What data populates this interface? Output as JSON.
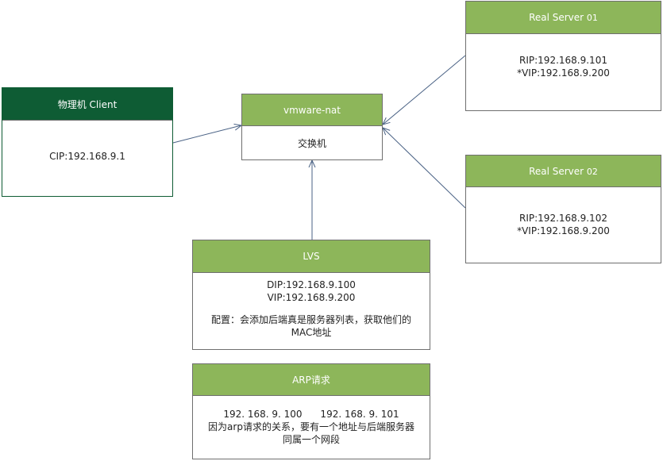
{
  "client": {
    "title": "物理机  Client",
    "lines": [
      "CIP:192.168.9.1"
    ]
  },
  "switch": {
    "title": "vmware-nat",
    "body": "交换机"
  },
  "rs1": {
    "title_main": "Real  Server ",
    "title_num": "01",
    "lines": [
      "RIP:192.168.9.101",
      "*VIP:192.168.9.200"
    ]
  },
  "rs2": {
    "title_main": "Real  Server ",
    "title_num": "02",
    "lines": [
      "RIP:192.168.9.102",
      "*VIP:192.168.9.200"
    ]
  },
  "lvs": {
    "title": "LVS",
    "lines": [
      "DIP:192.168.9.100",
      "VIP:192.168.9.200"
    ],
    "note1": "配置：会添加后端真是服务器列表，获取他们的",
    "note2": "MAC地址"
  },
  "arp": {
    "title": "ARP请求",
    "ips": "192. 168. 9. 100      192. 168. 9. 101",
    "line2": "因为arp请求的关系，要有一个地址与后端服务器",
    "line3": "同属一个网段"
  },
  "colors": {
    "header_green": "#8db65a",
    "header_dark_green": "#0e5c34",
    "edge": "#4a6285"
  }
}
